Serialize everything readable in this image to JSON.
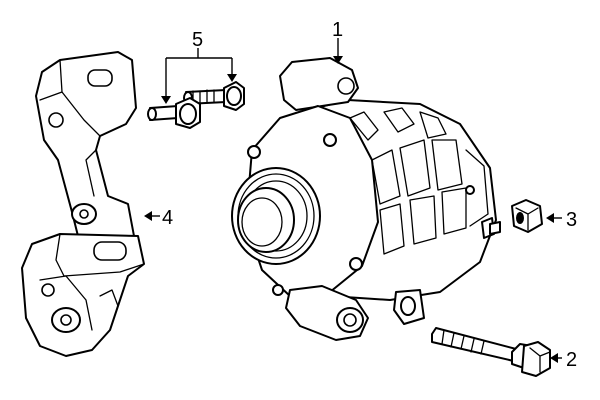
{
  "diagram": {
    "callouts": [
      {
        "label": "1",
        "part": "alternator"
      },
      {
        "label": "2",
        "part": "bolt"
      },
      {
        "label": "3",
        "part": "nut"
      },
      {
        "label": "4",
        "part": "mounting-bracket"
      },
      {
        "label": "5",
        "part": "bracket-bolts"
      }
    ]
  }
}
